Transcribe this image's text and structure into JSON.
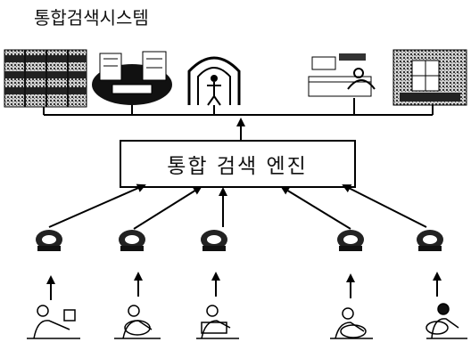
{
  "diagram": {
    "title": "통합검색시스템",
    "engine_label": "통합 검색 엔진",
    "top_resources": [
      {
        "name": "bookshelf-resource"
      },
      {
        "name": "library-desk-resource"
      },
      {
        "name": "reading-figure-resource"
      },
      {
        "name": "office-desk-resource"
      },
      {
        "name": "room-interior-resource"
      }
    ],
    "terminals": [
      {
        "name": "terminal-1"
      },
      {
        "name": "terminal-2"
      },
      {
        "name": "terminal-3"
      },
      {
        "name": "terminal-4"
      },
      {
        "name": "terminal-5"
      }
    ],
    "users": [
      {
        "name": "user-1"
      },
      {
        "name": "user-2"
      },
      {
        "name": "user-3"
      },
      {
        "name": "user-4"
      },
      {
        "name": "user-5"
      }
    ]
  }
}
